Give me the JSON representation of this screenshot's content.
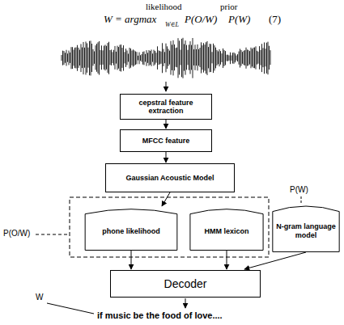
{
  "diagram": {
    "nodes": [
      {
        "text": [
          "cepstral feature extraction"
        ]
      },
      {
        "text": [
          "MFCC feature"
        ]
      },
      {
        "text": [
          "Gaussian Acoustic Model"
        ]
      },
      {
        "text": [
          "phone likelihood"
        ]
      },
      {
        "text": [
          "HMM lexicon"
        ]
      },
      {
        "text": [
          "N-gram language model"
        ]
      },
      {
        "text": [
          "Decoder"
        ]
      }
    ],
    "edges": [
      {
        "from": 0,
        "to": 1,
        "arrow": "to"
      },
      {
        "from": 1,
        "to": 2,
        "arrow": "to"
      },
      {
        "from": 2,
        "to": 3,
        "arrow": "to"
      },
      {
        "from": 3,
        "to": 6,
        "arrow": "to"
      },
      {
        "from": 4,
        "to": 6,
        "arrow": "to"
      },
      {
        "from": 5,
        "to": 6,
        "arrow": "to"
      }
    ],
    "labels": [
      "likelihood",
      "prior",
      "W = argmax",
      "W∈L",
      "P(O/W)",
      "P(W)",
      "(7)",
      "P(O/W)",
      "P(W)",
      "W",
      "if music be the food of love...."
    ]
  }
}
